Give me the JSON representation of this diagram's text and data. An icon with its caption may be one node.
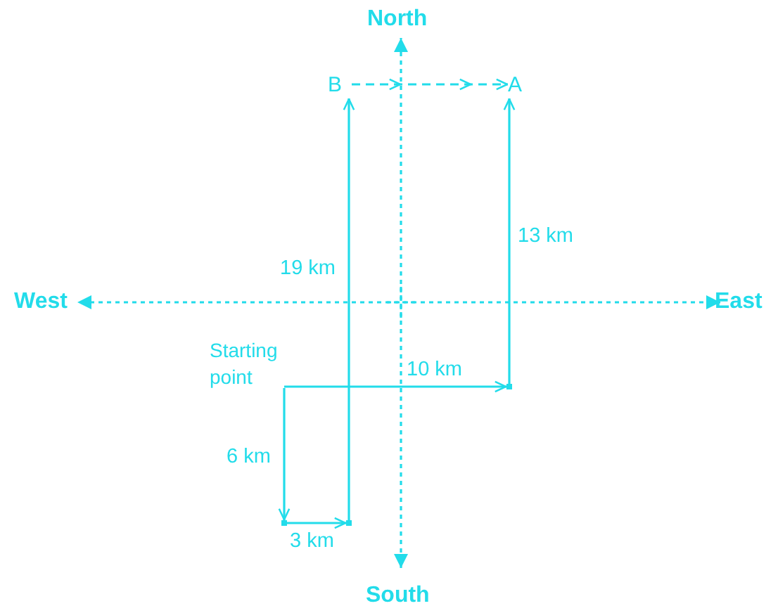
{
  "diagram": {
    "nodes": [
      {
        "text": [
          "Starting point"
        ]
      },
      {
        "text": [],
        "shape": "point"
      },
      {
        "text": [],
        "shape": "point"
      },
      {
        "text": [
          "B"
        ]
      },
      {
        "text": [
          "A"
        ]
      },
      {
        "text": [],
        "shape": "point"
      }
    ],
    "edges": [
      {
        "from": 0,
        "to": 1,
        "arrow": "to",
        "label": "6 km"
      },
      {
        "from": 1,
        "to": 2,
        "arrow": "to",
        "label": "3 km"
      },
      {
        "from": 2,
        "to": 3,
        "arrow": "to",
        "label": "19 km"
      },
      {
        "from": 0,
        "to": 5,
        "arrow": "to",
        "label": "10 km"
      },
      {
        "from": 5,
        "to": 4,
        "arrow": "to",
        "label": "13 km"
      },
      {
        "from": 3,
        "to": 4,
        "arrow": "to",
        "style": "dashed"
      }
    ],
    "labels": [
      "North",
      "West",
      "East",
      "South"
    ]
  }
}
